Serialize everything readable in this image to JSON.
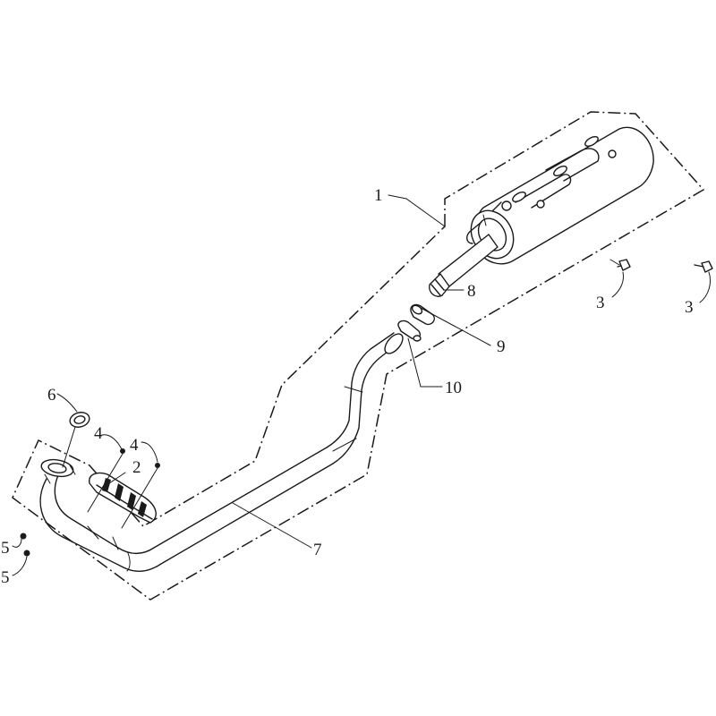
{
  "callouts": {
    "muffler": "1",
    "heat_shield": "2",
    "muffler_bolt_a": "3",
    "muffler_bolt_b": "3",
    "shield_screw_a": "4",
    "shield_screw_b": "4",
    "flange_nut_a": "5",
    "flange_nut_b": "5",
    "exhaust_gasket": "6",
    "exhaust_pipe": "7",
    "muffler_inlet_pipe": "8",
    "clamp_sleeve": "9",
    "clamp": "10"
  }
}
